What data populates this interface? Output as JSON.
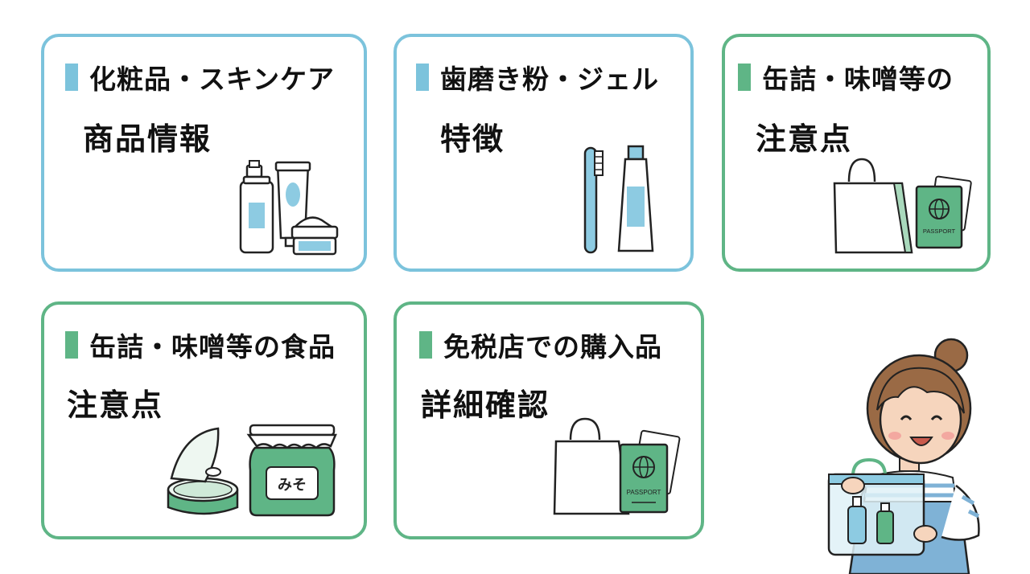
{
  "cards": [
    {
      "title": "化粧品・スキンケア",
      "subtitle": "商品情報",
      "color": "#7cc3dc"
    },
    {
      "title": "歯磨き粉・ジェル",
      "subtitle": "特徴",
      "color": "#7cc3dc"
    },
    {
      "title": "缶詰・味噌等の",
      "subtitle": "注意点",
      "color": "#5fb586"
    },
    {
      "title": "缶詰・味噌等の食品",
      "subtitle": "注意点",
      "color": "#5fb586"
    },
    {
      "title": "免税店での購入品",
      "subtitle": "詳細確認",
      "color": "#5fb586"
    }
  ],
  "labels": {
    "passport": "PASSPORT",
    "miso": "みそ"
  },
  "icons": [
    "cosmetics-icon",
    "toothbrush-toothpaste-icon",
    "shopping-bag-passport-icon",
    "can-miso-jar-icon",
    "woman-with-clear-bag-icon"
  ]
}
